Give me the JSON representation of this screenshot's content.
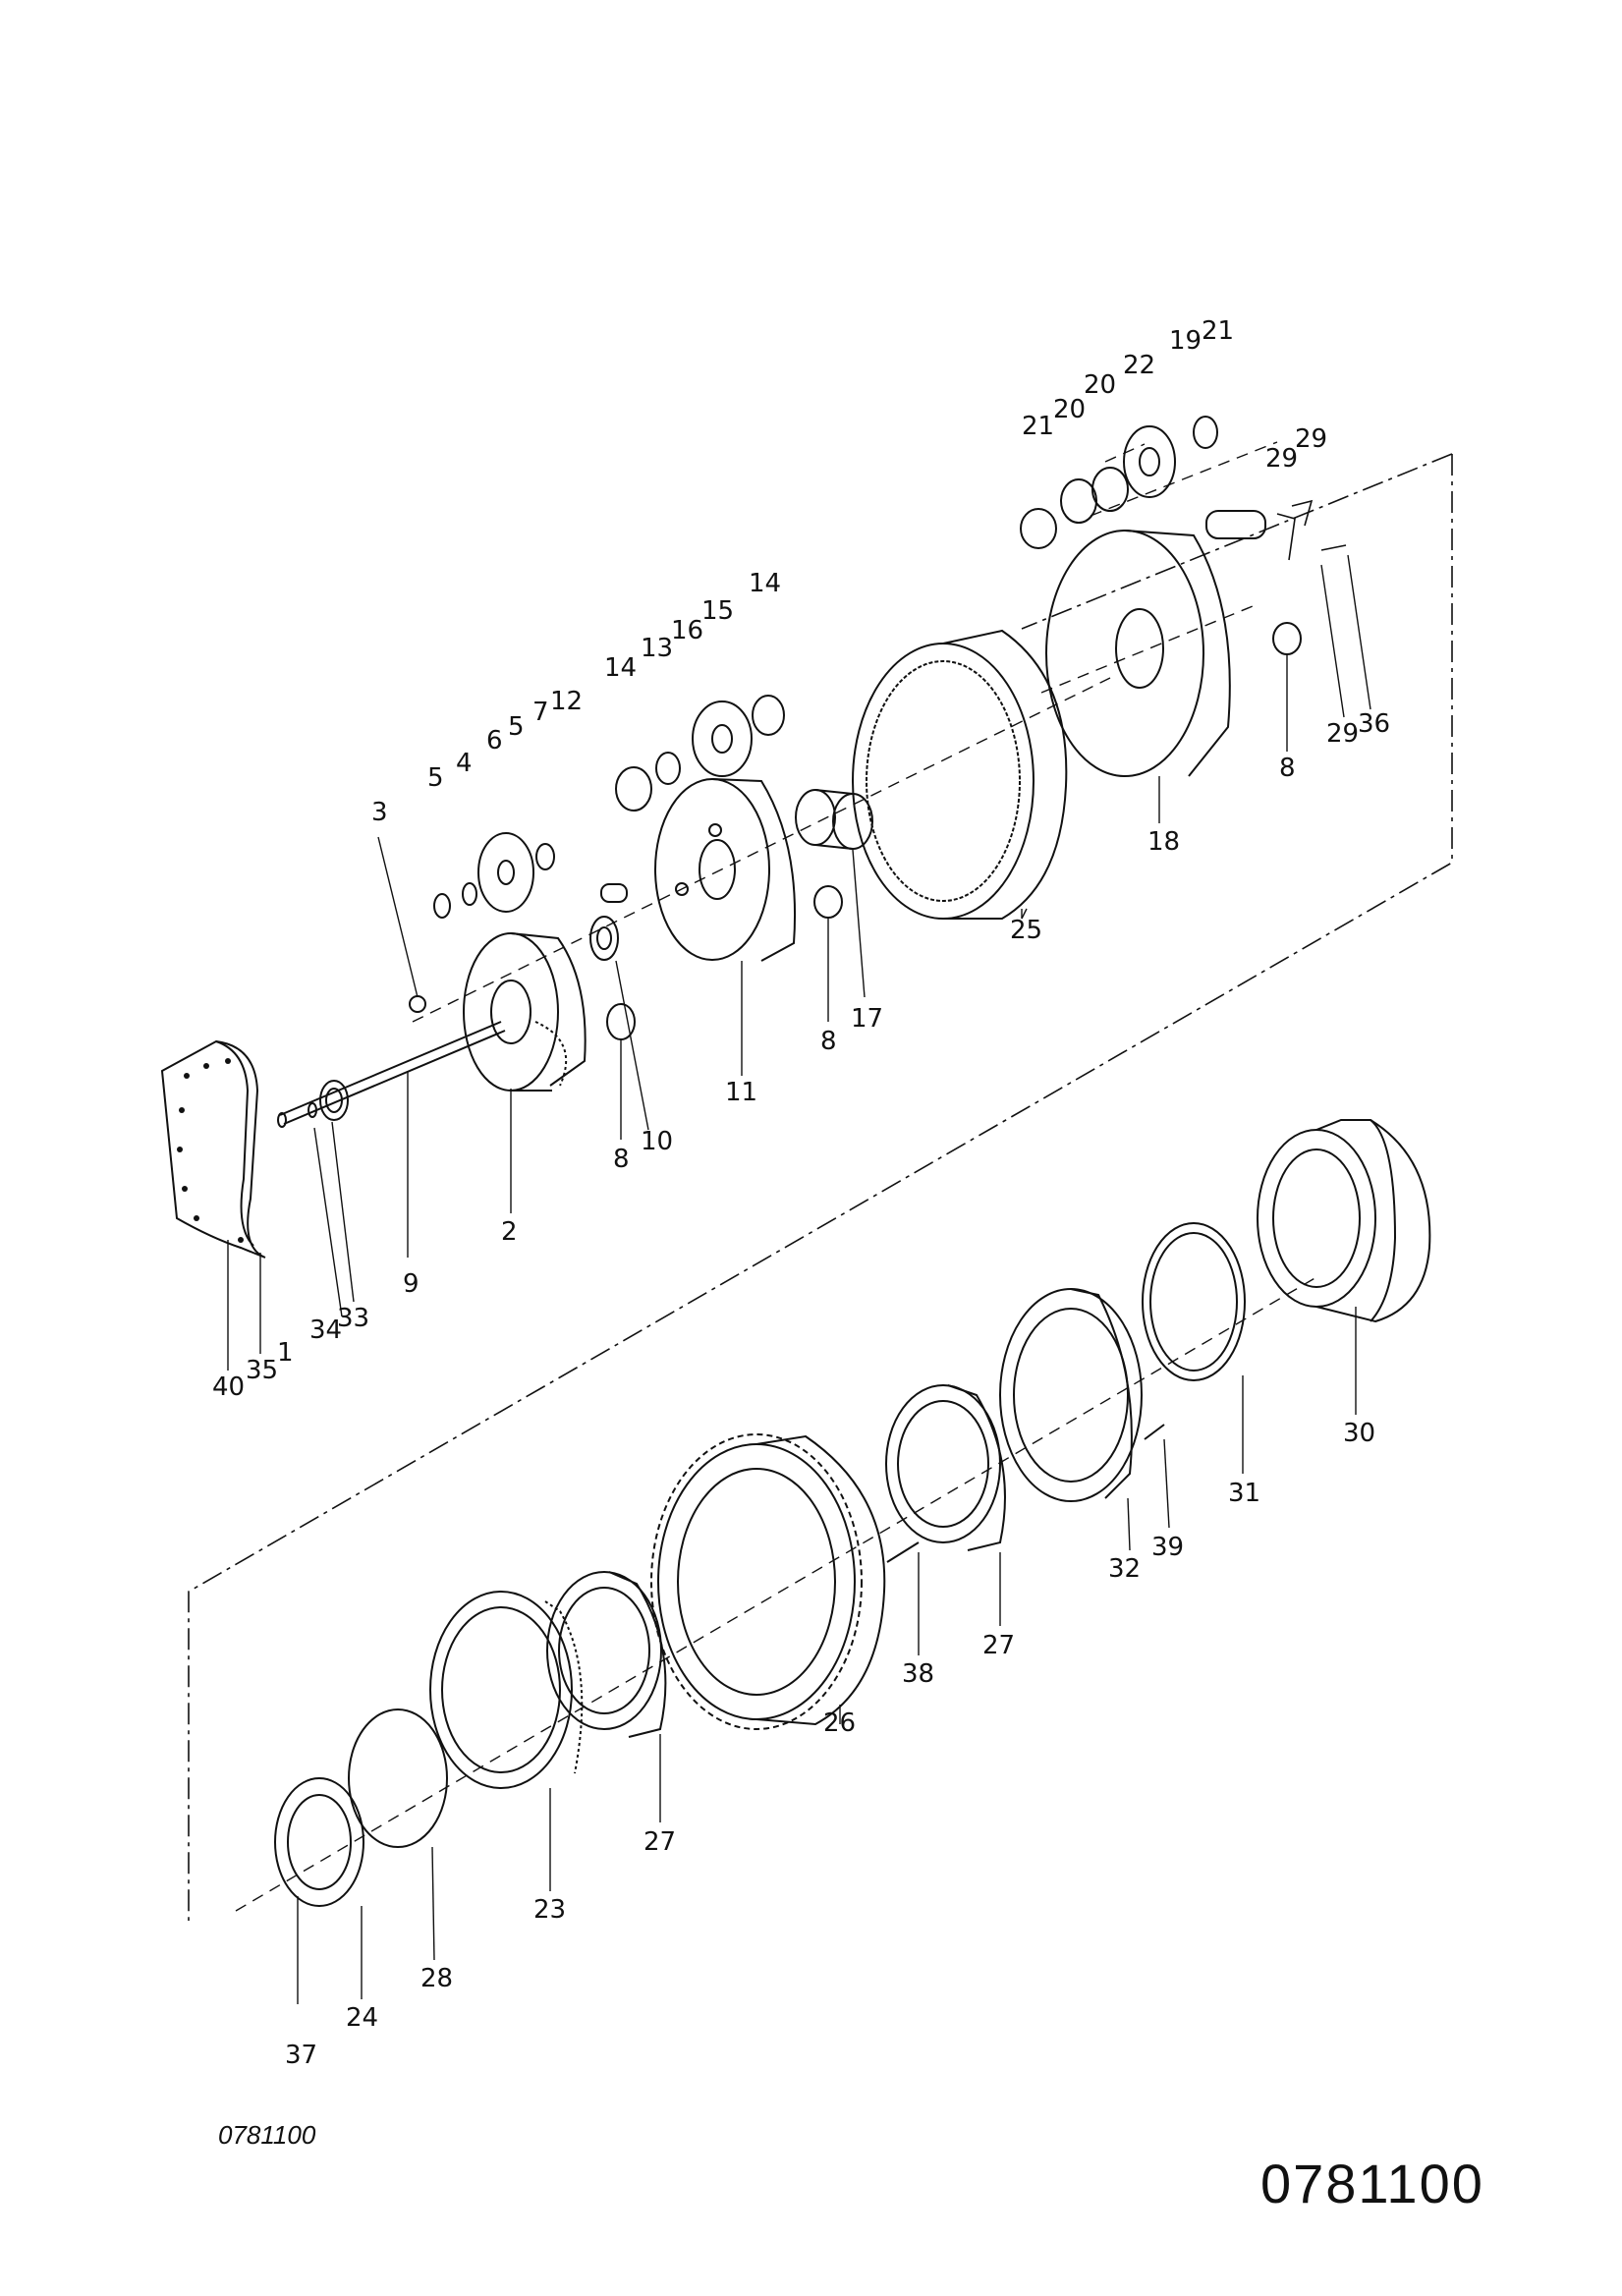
{
  "drawing_number_small": "0781100",
  "drawing_number_large": "0781100",
  "callouts": {
    "c1": "1",
    "c2": "2",
    "c3": "3",
    "c4": "4",
    "c5a": "5",
    "c5b": "5",
    "c6": "6",
    "c7": "7",
    "c8a": "8",
    "c8b": "8",
    "c8c": "8",
    "c9": "9",
    "c10": "10",
    "c11": "11",
    "c12": "12",
    "c13": "13",
    "c14a": "14",
    "c14b": "14",
    "c15": "15",
    "c16": "16",
    "c17": "17",
    "c18": "18",
    "c19": "19",
    "c20a": "20",
    "c20b": "20",
    "c21a": "21",
    "c21b": "21",
    "c22": "22",
    "c23": "23",
    "c24": "24",
    "c25": "25",
    "c26": "26",
    "c27a": "27",
    "c27b": "27",
    "c28": "28",
    "c29a": "29",
    "c29b": "29",
    "c29c": "29",
    "c30": "30",
    "c31": "31",
    "c32": "32",
    "c33": "33",
    "c34": "34",
    "c35": "35",
    "c36": "36",
    "c37": "37",
    "c38": "38",
    "c39": "39",
    "c40": "40"
  }
}
